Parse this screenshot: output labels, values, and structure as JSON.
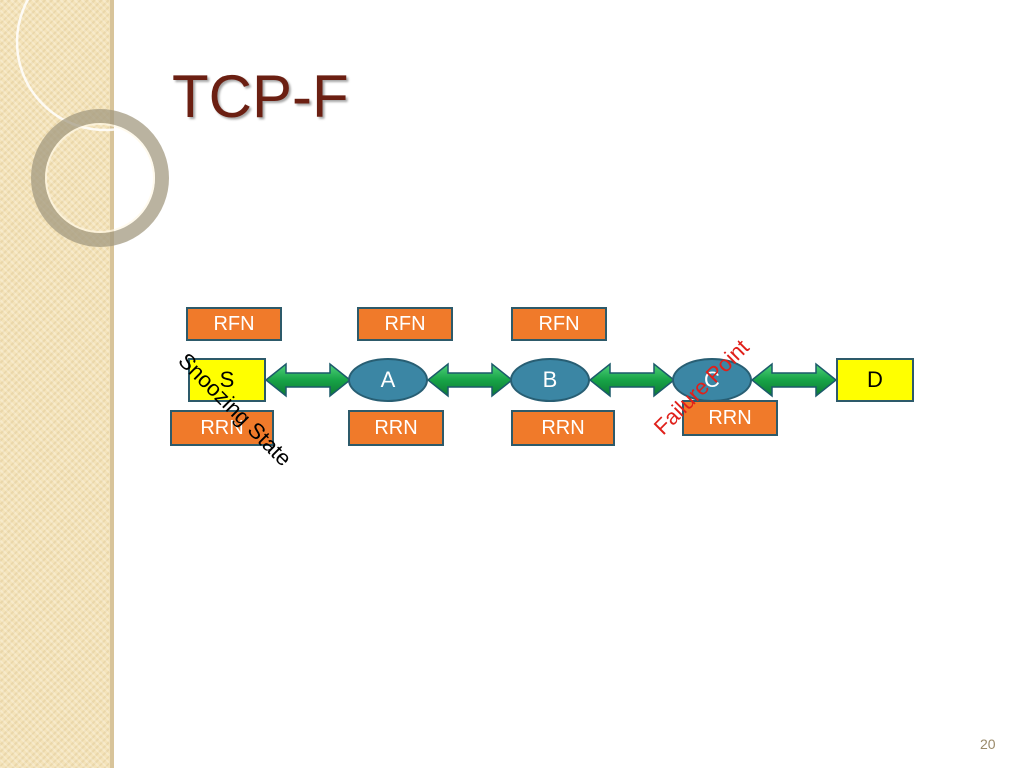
{
  "slide": {
    "title": "TCP-F",
    "page_number": "20"
  },
  "diagram": {
    "nodes": {
      "s": "S",
      "a": "A",
      "b": "B",
      "c": "C",
      "d": "D"
    },
    "rfn_labels": [
      "RFN",
      "RFN",
      "RFN"
    ],
    "rrn_labels": [
      "RRN",
      "RRN",
      "RRN",
      "RRN"
    ],
    "annotations": {
      "snoozing": "Snoozing State",
      "failure": "Failure Point"
    }
  },
  "colors": {
    "title": "#6b1f12",
    "orange_box": "#f07a2a",
    "yellow_box": "#ffff00",
    "node_fill": "#3b86a4",
    "arrow_green": "#1aa34a",
    "failure_text": "#e0201a"
  }
}
